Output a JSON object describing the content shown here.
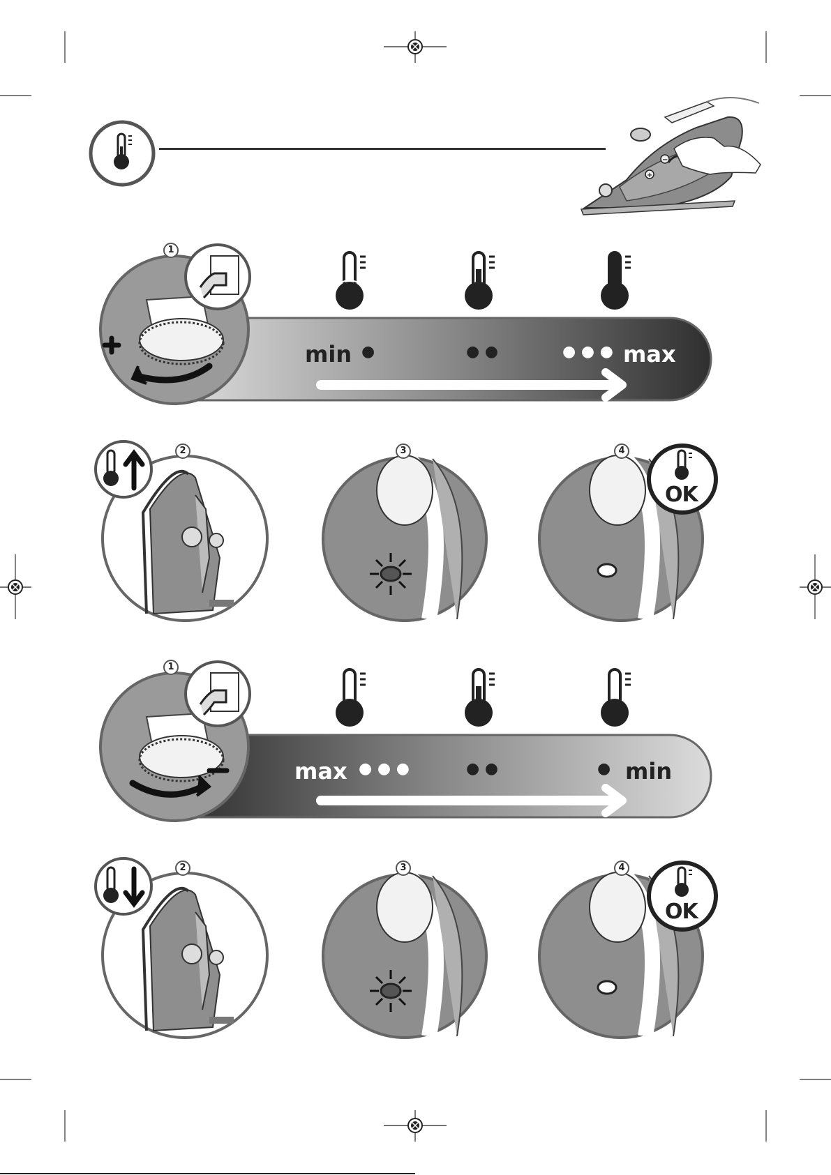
{
  "sections": {
    "increase": {
      "bar_left_label": "min",
      "bar_right_label": "max",
      "dots": [
        "●",
        "● ●",
        "● ● ●"
      ],
      "steps": [
        "1",
        "2",
        "3",
        "4"
      ],
      "ok_label": "OK"
    },
    "decrease": {
      "bar_left_label": "max",
      "bar_right_label": "min",
      "dots": [
        "● ● ●",
        "● ●",
        "●"
      ],
      "steps": [
        "1",
        "2",
        "3",
        "4"
      ],
      "ok_label": "OK"
    }
  },
  "colors": {
    "accent": "#444444",
    "bar_light": "#dcdcdc",
    "bar_dark": "#3a3a3a"
  },
  "icons": [
    "thermometer-icon",
    "plug-icon",
    "dial-icon",
    "arrow-right-icon",
    "indicator-light-icon",
    "crop-mark-icon",
    "registration-mark-icon"
  ]
}
